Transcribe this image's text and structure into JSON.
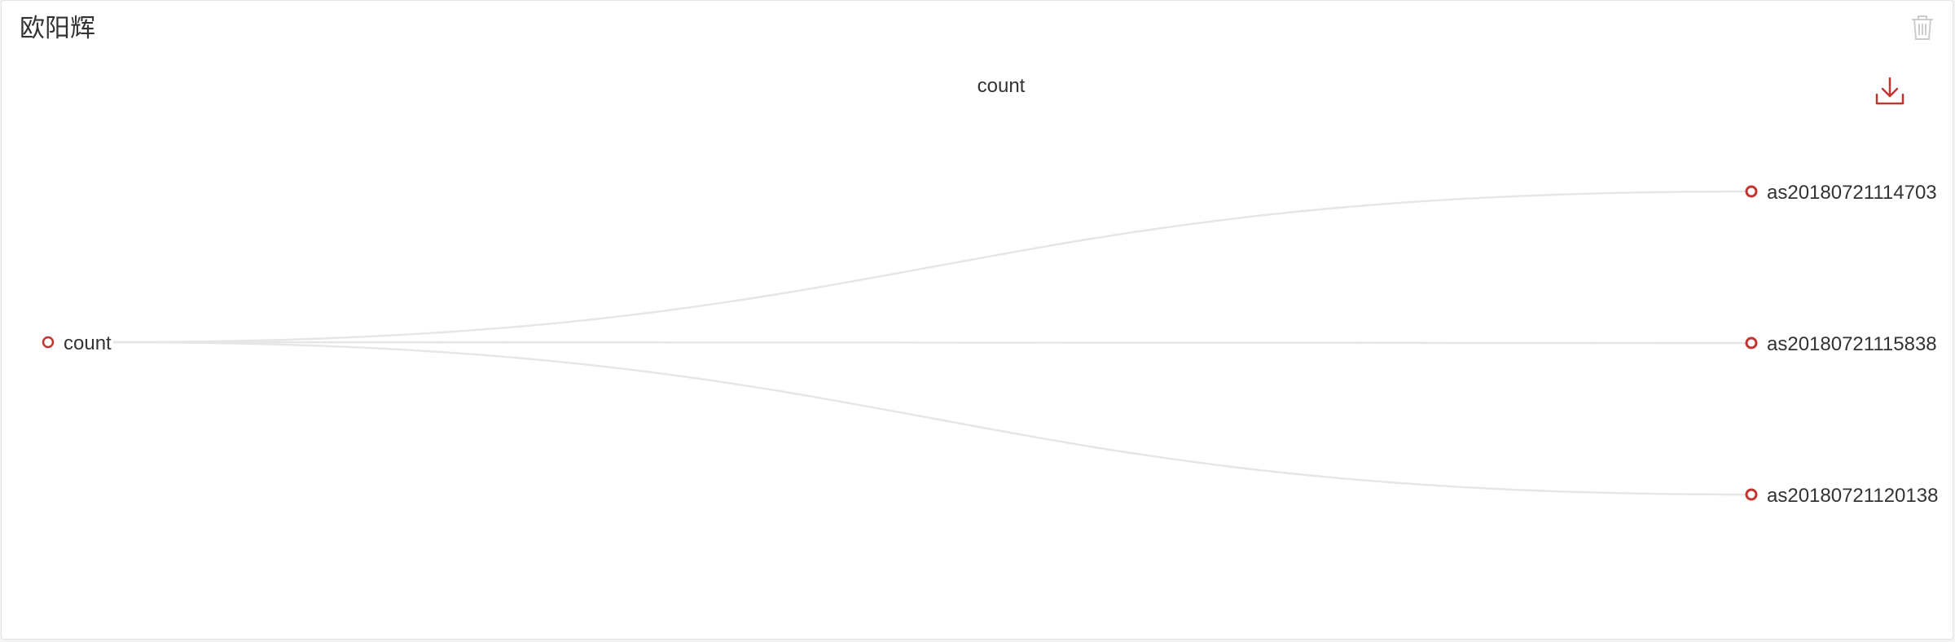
{
  "panel": {
    "title": "欧阳辉",
    "delete_icon": "trash-icon",
    "download_icon": "download-icon"
  },
  "colors": {
    "node_stroke": "#c23531",
    "link": "#e6e6e6",
    "label": "#333333",
    "icon_accent": "#c23531",
    "icon_muted": "#cccccc"
  },
  "chart_data": {
    "type": "tree",
    "title": "count",
    "orient": "left-to-right",
    "root": {
      "name": "count",
      "children": [
        {
          "name": "as20180721114703"
        },
        {
          "name": "as20180721115838"
        },
        {
          "name": "as20180721120138"
        }
      ]
    }
  }
}
